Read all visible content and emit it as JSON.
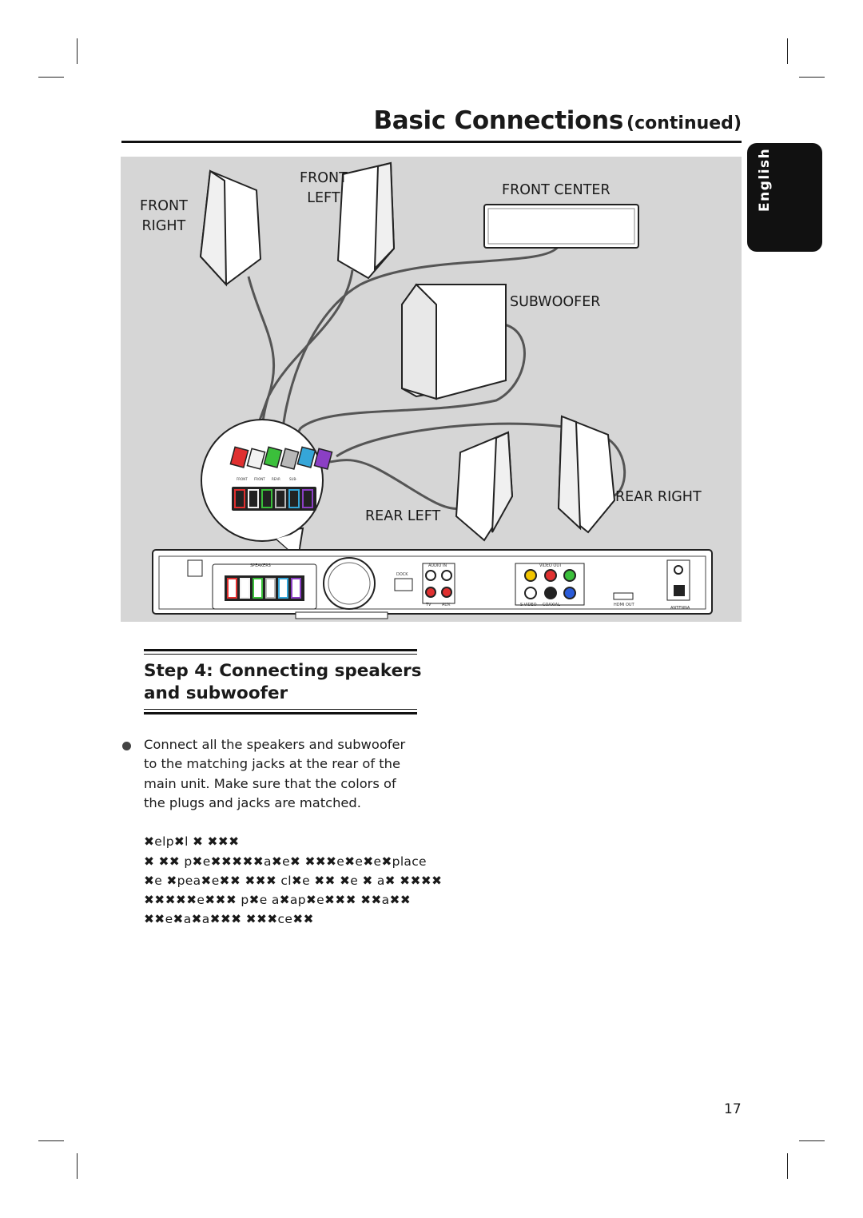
{
  "header": {
    "title": "Basic Connections",
    "title_suffix": "continued"
  },
  "side_tab": {
    "label": "English"
  },
  "diagram": {
    "speaker_labels": {
      "front_right": [
        "FRONT",
        "RIGHT"
      ],
      "front_left": [
        "FRONT",
        "LEFT"
      ],
      "front_center": "FRONT CENTER",
      "subwoofer": "SUBWOOFER",
      "rear_left": "REAR LEFT",
      "rear_right": "REAR RIGHT"
    },
    "panel_labels": {
      "speakers": "SPEAKERS",
      "audio_in": "AUDIO IN",
      "dock": "DOCK",
      "tv": "TV",
      "aux": "AUX",
      "video_out": "VIDEO OUT",
      "s_video": "S-VIDEO",
      "coaxial": "COAXIAL",
      "hdmi_out": "HDMI OUT",
      "antenna": "ANTENNA"
    },
    "jack_colors": {
      "front_right": "#e03030",
      "front_left": "#f2f2f2",
      "front_center": "#3bbf3b",
      "rear_right": "#b8b8b8",
      "rear_left": "#35a6d8",
      "subwoofer": "#8b3fc4"
    }
  },
  "step": {
    "line1": "Step 4:  Connecting speakers",
    "line2": "and subwoofer"
  },
  "instructions": {
    "lines": [
      "Connect all the speakers and subwoofer",
      "to the matching jacks at the rear of the",
      "main unit. Make sure that the colors of",
      "the plugs and jacks are matched."
    ]
  },
  "helpful_hint": {
    "heading": "✖elp✖l ✖ ✖✖✖",
    "lines": [
      "✖ ✖✖ p✖e✖✖✖✖✖a✖e✖ ✖✖✖e✖e✖e✖place",
      "✖e ✖pea✖e✖✖ ✖✖✖ cl✖e ✖✖ ✖e ✖ a✖ ✖✖✖✖",
      "✖✖✖✖✖e✖✖✖ p✖e a✖ap✖e✖✖✖ ✖✖a✖✖",
      "✖✖e✖a✖a✖✖✖ ✖✖✖ce✖✖"
    ]
  },
  "page_number": "17"
}
